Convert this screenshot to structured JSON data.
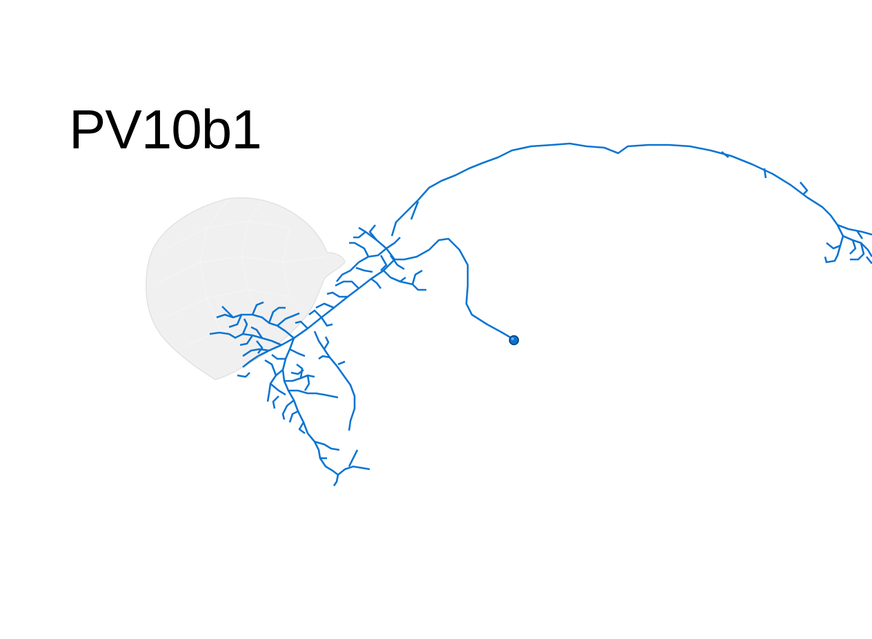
{
  "neuron": {
    "name": "PV10b1",
    "color": "#0a74d1",
    "soma_color": "#0a74d1",
    "neuropil_color": "#e9e9e9"
  },
  "icons": {
    "soma": "soma-marker",
    "neuropil": "neuropil-mesh"
  }
}
